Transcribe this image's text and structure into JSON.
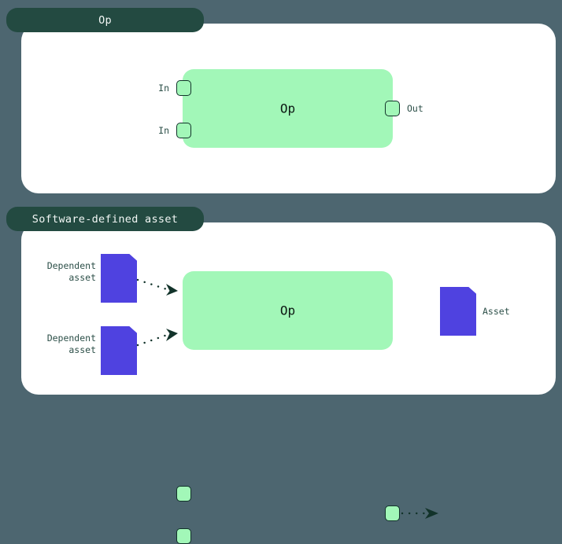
{
  "theme": {
    "background": "#4d6670",
    "panel_background": "#ffffff",
    "tab_background": "#234a41",
    "tab_text": "#f2f7f5",
    "op_node_fill": "#a2f7b8",
    "op_node_text": "#0d1a14",
    "connector_border": "#12332a",
    "asset_fill": "#4f42e0",
    "label_text": "#2c4f48",
    "arrow_color": "#12332a"
  },
  "panels": [
    {
      "tab_label": "Op",
      "op_node": {
        "label": "Op",
        "inputs": [
          {
            "label": "In",
            "port_name": "in-port-1"
          },
          {
            "label": "In",
            "port_name": "in-port-2"
          }
        ],
        "outputs": [
          {
            "label": "Out",
            "port_name": "out-port-1"
          }
        ]
      }
    },
    {
      "tab_label": "Software-defined asset",
      "op_node": {
        "label": "Op",
        "inputs": [
          {
            "label": "",
            "port_name": "in-port-1"
          },
          {
            "label": "",
            "port_name": "in-port-2"
          }
        ],
        "outputs": [
          {
            "label": "",
            "port_name": "out-port-1"
          }
        ]
      },
      "dependent_assets": [
        {
          "label": "Dependent\nasset"
        },
        {
          "label": "Dependent\nasset"
        }
      ],
      "produced_asset": {
        "label": "Asset"
      }
    }
  ]
}
